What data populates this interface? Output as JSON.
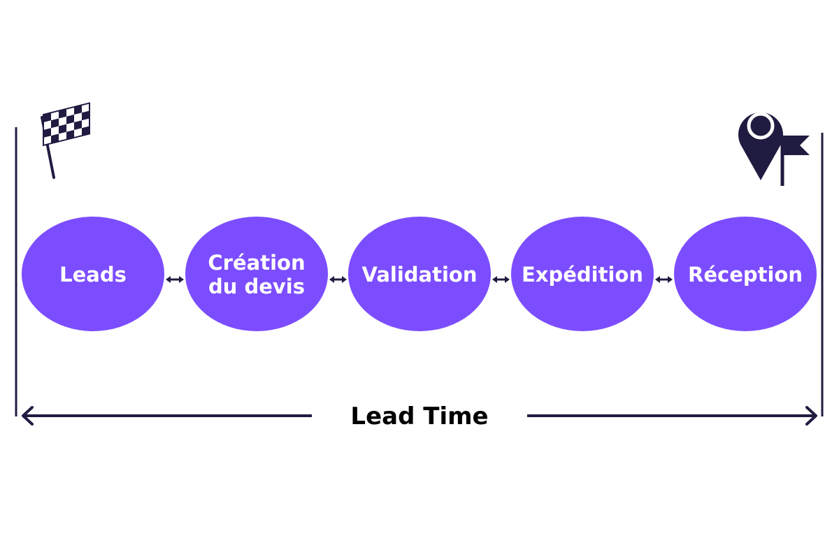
{
  "colors": {
    "stage_fill": "#7c4dff",
    "stage_text": "#ffffff",
    "line": "#201b40",
    "label": "#000000"
  },
  "start_icon": "checkered-flag-icon",
  "end_icon": "location-pin-flag-icon",
  "stages": [
    {
      "id": "leads",
      "lines": [
        "Leads"
      ]
    },
    {
      "id": "creation-devis",
      "lines": [
        "Création",
        "du devis"
      ]
    },
    {
      "id": "validation",
      "lines": [
        "Validation"
      ]
    },
    {
      "id": "expedition",
      "lines": [
        "Expédition"
      ]
    },
    {
      "id": "reception",
      "lines": [
        "Réception"
      ]
    }
  ],
  "lead_time": {
    "label": "Lead Time"
  }
}
